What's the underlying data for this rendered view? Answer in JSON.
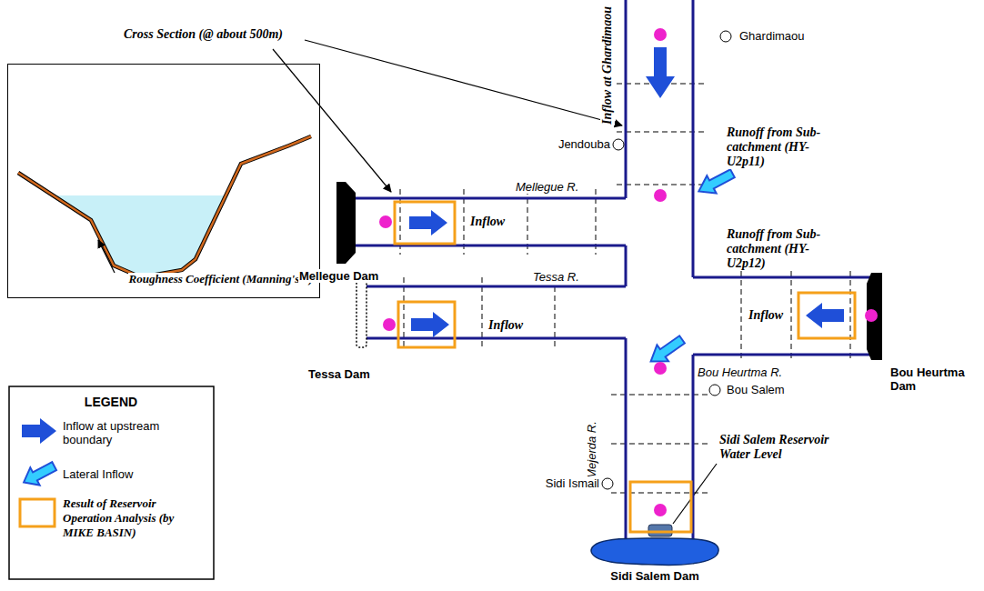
{
  "diagram": {
    "nodes": [
      {
        "text": [
          "Roughness Coefficient (Manning's n)"
        ]
      }
    ],
    "labels": [
      "Cross Section (@ about 500m)",
      "Inflow at Ghardimaou",
      "Ghardimaou",
      "Jendouba",
      "Runoff from Sub-catchment (HY-U2p11)",
      "Mellegue R.",
      "Inflow",
      "Mellegue Dam",
      "Tessa R.",
      "Inflow",
      "Tessa Dam",
      "Runoff from Sub-catchment (HY-U2p12)",
      "Inflow",
      "Bou Heurtma R.",
      "Bou Heurtma Dam",
      "Bou Salem",
      "Mejerda R.",
      "Sidi Ismail",
      "Sidi Salem Reservoir Water Level",
      "Sidi Salem Dam",
      "LEGEND"
    ],
    "legend": [
      {
        "text": "Inflow at upstream boundary"
      },
      {
        "text": "Lateral Inflow"
      },
      {
        "text": "Result of Reservoir Operation Analysis (by MIKE BASIN)"
      }
    ]
  }
}
